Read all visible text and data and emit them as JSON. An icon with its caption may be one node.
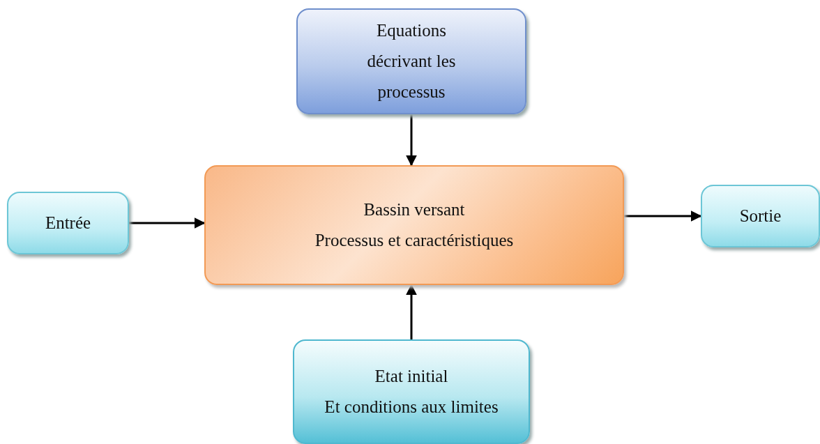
{
  "diagram": {
    "nodes": [
      {
        "text": [
          "Equations décrivant les processus"
        ]
      },
      {
        "text": [
          "Entrée"
        ]
      },
      {
        "text": [
          "Bassin versant",
          "Processus et caractéristiques"
        ]
      },
      {
        "text": [
          "Sortie"
        ]
      },
      {
        "text": [
          "Etat initial",
          "Et conditions aux limites"
        ]
      }
    ],
    "edges": [
      {
        "from": 0,
        "to": 2,
        "arrow": "to"
      },
      {
        "from": 1,
        "to": 2,
        "arrow": "to"
      },
      {
        "from": 2,
        "to": 3,
        "arrow": "to"
      },
      {
        "from": 4,
        "to": 2,
        "arrow": "to"
      }
    ]
  }
}
